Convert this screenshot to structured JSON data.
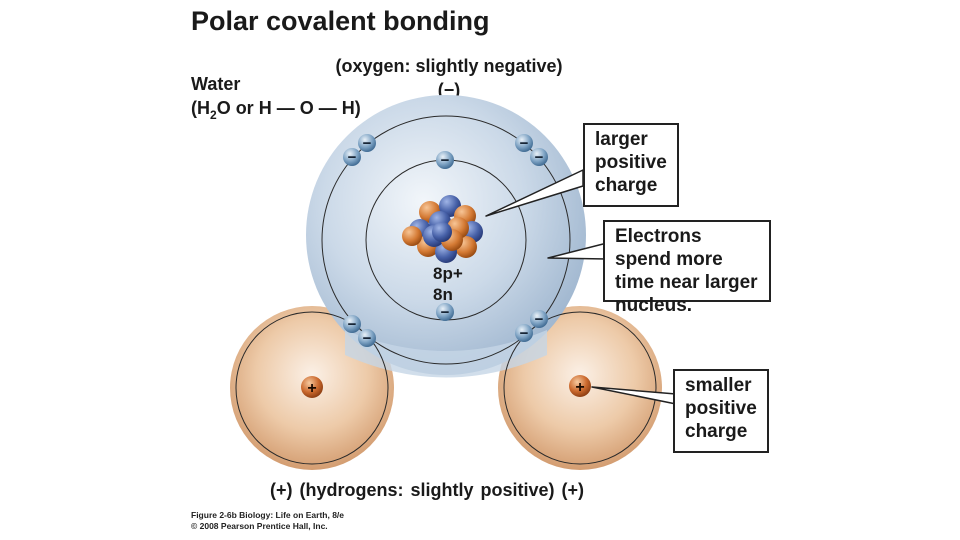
{
  "title": "Polar covalent bonding",
  "molecule": {
    "name": "Water",
    "formula_pre": "(H",
    "formula_sub": "2",
    "formula_post": "O or H — O — H)"
  },
  "oxygen": {
    "note": "(oxygen: slightly negative)",
    "sign": "(−)",
    "nucleus_protons": "8p+",
    "nucleus_neutrons": "8n"
  },
  "callouts": {
    "larger_charge": "larger positive charge",
    "electrons": "Electrons spend more time near larger nucleus.",
    "smaller_charge": "smaller positive charge"
  },
  "hydrogens_note": "(+)  (hydrogens: slightly positive)  (+)",
  "electron_symbol": "−",
  "proton_symbol": "+",
  "credit": {
    "line1": "Figure 2-6b  Biology: Life on Earth, 8/e",
    "line2": "© 2008 Pearson Prentice Hall, Inc."
  },
  "colors": {
    "oxygen_shell": "#b4c8dc",
    "hydrogen_shell": "#d9a478",
    "electron": "#5d86aa",
    "proton": "#c4622a",
    "neutron_blue": "#3d5699",
    "neutron_orange": "#d0762f"
  }
}
